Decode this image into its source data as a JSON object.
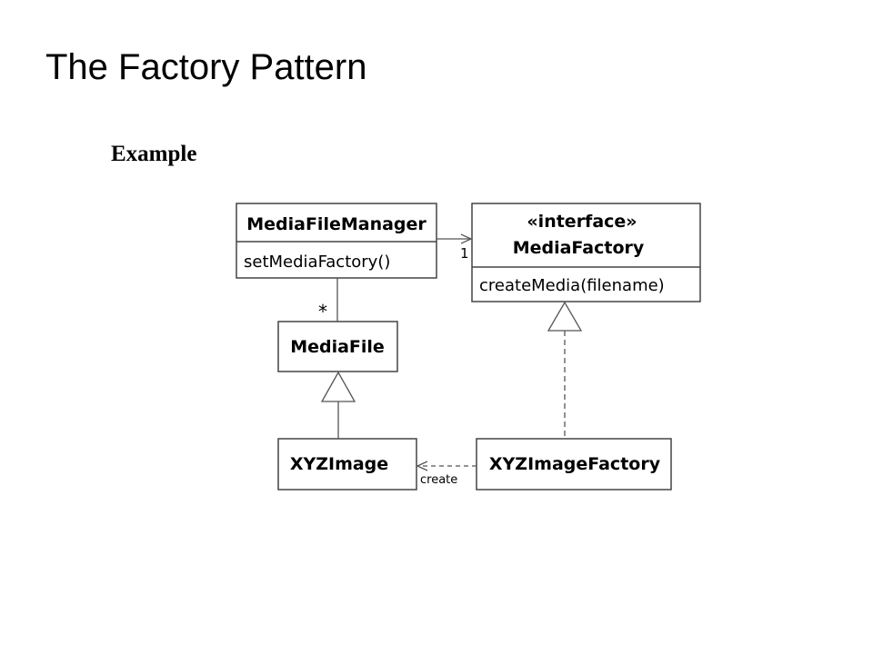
{
  "slide": {
    "title": "The Factory Pattern",
    "subtitle": "Example"
  },
  "diagram": {
    "classes": {
      "media_file_manager": {
        "name": "MediaFileManager",
        "method": "setMediaFactory()"
      },
      "media_factory": {
        "stereotype": "«interface»",
        "name": "MediaFactory",
        "method": "createMedia(filename)"
      },
      "media_file": {
        "name": "MediaFile"
      },
      "xyz_image": {
        "name": "XYZImage"
      },
      "xyz_image_factory": {
        "name": "XYZImageFactory"
      }
    },
    "relations": {
      "manager_factory_multiplicity": "1",
      "manager_file_multiplicity": "*",
      "factory_creates_label": "create"
    }
  }
}
